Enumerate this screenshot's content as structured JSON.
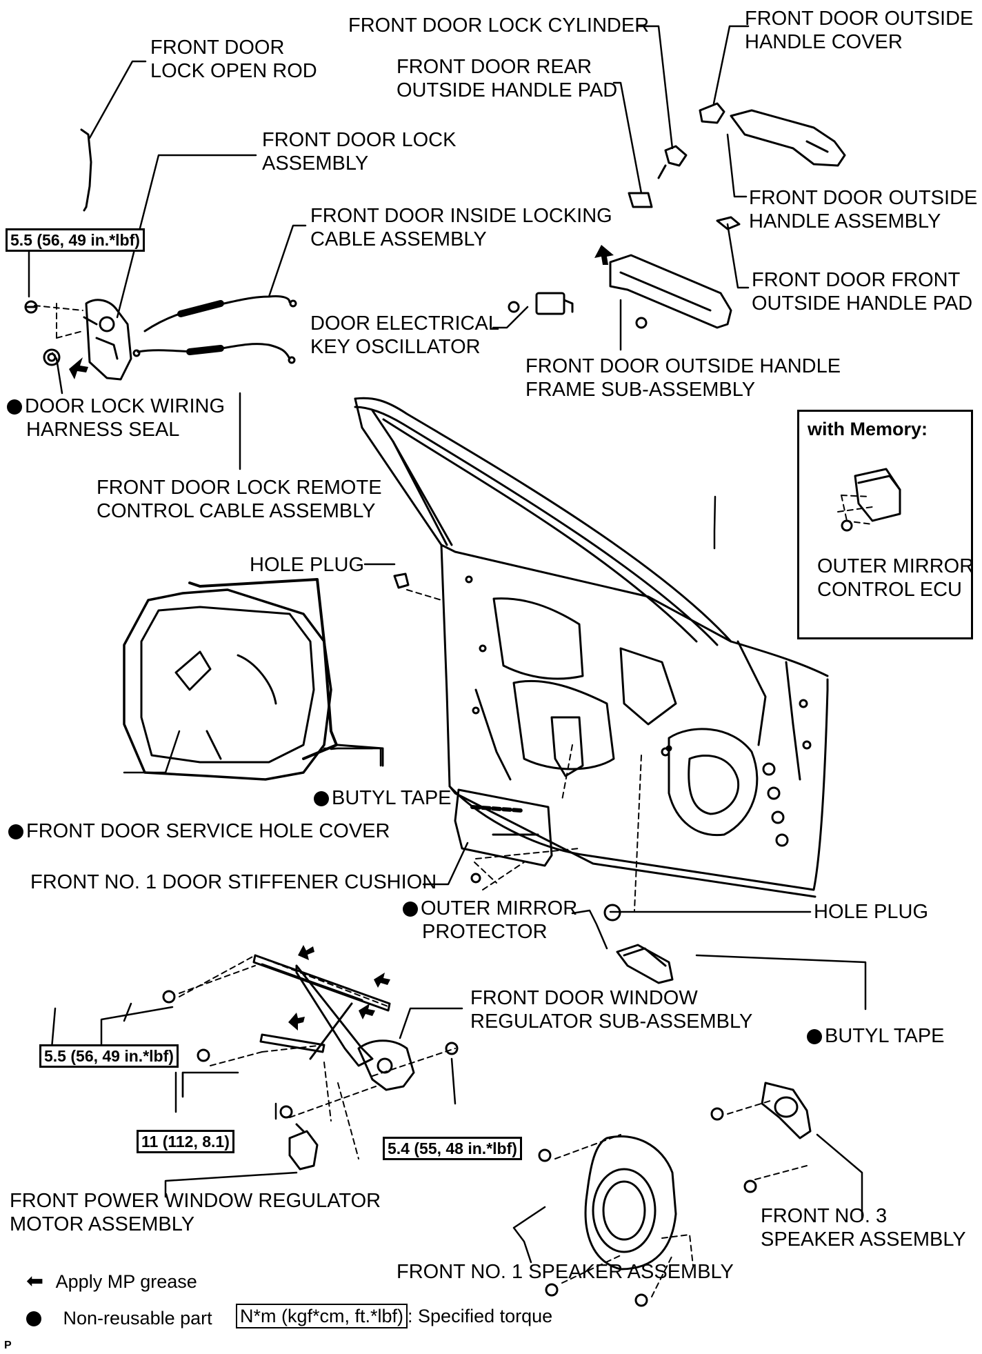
{
  "labels": {
    "lock_open_rod": [
      "FRONT DOOR",
      "LOCK OPEN ROD"
    ],
    "lock_assembly": [
      "FRONT DOOR LOCK",
      "ASSEMBLY"
    ],
    "inside_locking_cable": [
      "FRONT DOOR INSIDE LOCKING",
      "CABLE ASSEMBLY"
    ],
    "key_oscillator": [
      "DOOR ELECTRICAL",
      "KEY OSCILLATOR"
    ],
    "wiring_harness_seal": [
      "DOOR LOCK WIRING",
      "HARNESS SEAL"
    ],
    "remote_control_cable": [
      "FRONT DOOR LOCK REMOTE",
      "CONTROL CABLE ASSEMBLY"
    ],
    "lock_cylinder": [
      "FRONT DOOR LOCK CYLINDER"
    ],
    "rear_outside_handle_pad": [
      "FRONT DOOR REAR",
      "OUTSIDE HANDLE PAD"
    ],
    "outside_handle_cover": [
      "FRONT DOOR OUTSIDE",
      "HANDLE COVER"
    ],
    "outside_handle_assembly": [
      "FRONT DOOR OUTSIDE",
      "HANDLE ASSEMBLY"
    ],
    "front_outside_handle_pad": [
      "FRONT DOOR FRONT",
      "OUTSIDE HANDLE PAD"
    ],
    "handle_frame_subassembly": [
      "FRONT DOOR OUTSIDE HANDLE",
      "FRAME SUB-ASSEMBLY"
    ],
    "hole_plug_top": [
      "HOLE PLUG"
    ],
    "butyl_tape_top": [
      "BUTYL TAPE"
    ],
    "service_hole_cover": [
      "FRONT DOOR SERVICE HOLE COVER"
    ],
    "stiffener_cushion": [
      "FRONT NO. 1 DOOR STIFFENER CUSHION"
    ],
    "outer_mirror_protector": [
      "OUTER MIRROR",
      "PROTECTOR"
    ],
    "hole_plug_bottom": [
      "HOLE PLUG"
    ],
    "window_regulator": [
      "FRONT DOOR WINDOW",
      "REGULATOR SUB-ASSEMBLY"
    ],
    "butyl_tape_bottom": [
      "BUTYL TAPE"
    ],
    "regulator_motor": [
      "FRONT POWER WINDOW REGULATOR",
      "MOTOR ASSEMBLY"
    ],
    "speaker_no3": [
      "FRONT NO. 3",
      "SPEAKER ASSEMBLY"
    ],
    "speaker_no1": [
      "FRONT NO. 1 SPEAKER ASSEMBLY"
    ],
    "outer_mirror_ecu": [
      "OUTER MIRROR",
      "CONTROL ECU"
    ]
  },
  "memory_title": "with Memory:",
  "torques": {
    "lock_screw": "5.5 (56, 49 in.*lbf)",
    "regulator_bolt": "5.5 (56, 49 in.*lbf)",
    "regulator_nut": "11 (112, 8.1)",
    "regulator_bolt_b": "5.4 (55, 48 in.*lbf)"
  },
  "legend": {
    "grease": "Apply MP grease",
    "non_reusable": "Non-reusable part",
    "torque_box": "N*m (kgf*cm, ft.*lbf)",
    "torque_text": ": Specified torque"
  },
  "corner_mark": "P"
}
